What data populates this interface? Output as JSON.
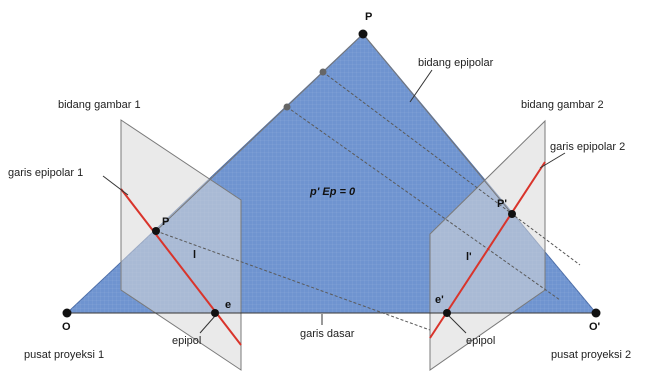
{
  "labels": {
    "P_top": "P",
    "bidang_epipolar": "bidang epipolar",
    "bidang_gambar_1": "bidang gambar 1",
    "bidang_gambar_2": "bidang gambar 2",
    "garis_epipolar_1": "garis epipolar 1",
    "garis_epipolar_2": "garis epipolar 2",
    "p_left": "P",
    "p_right": "P'",
    "l_left": "l",
    "l_right": "l'",
    "e_left": "e",
    "e_right": "e'",
    "O_left": "O",
    "O_right": "O'",
    "equation": "p' Ep = 0",
    "garis_dasar": "garis dasar",
    "epipol_left": "epipol",
    "epipol_right": "epipol",
    "pusat_proyeksi_1": "pusat proyeksi 1",
    "pusat_proyeksi_2": "pusat proyeksi 2"
  },
  "colors": {
    "epipolar_plane": "#6f94d0",
    "image_plane": "#dcdcdc",
    "epipolar_line": "#d9342b",
    "projection_ray": "#777777",
    "point": "#111111"
  }
}
